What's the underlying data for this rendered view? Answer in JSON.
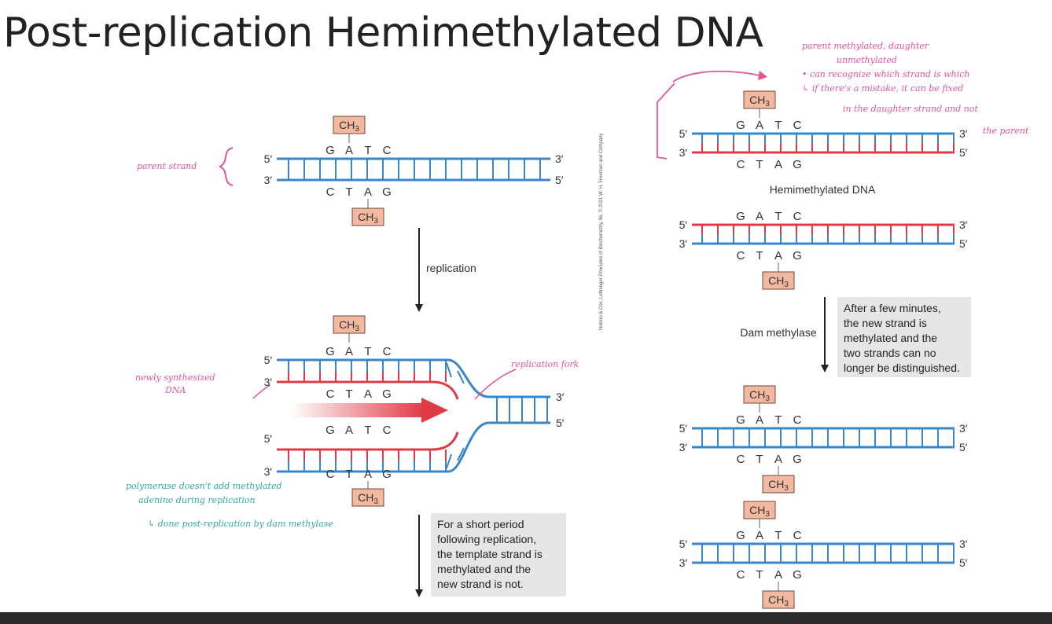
{
  "slide": {
    "title": "Post-replication Hemimethylated DNA",
    "credit": "Nelson & Cox, Lehninger Principles of Biochemistry, 8e, © 2021 W. H. Freeman and Company"
  },
  "labels": {
    "ch3": "CH3",
    "five_prime": "5′",
    "three_prime": "3′",
    "top_bases": [
      "G",
      "A",
      "T",
      "C"
    ],
    "bottom_bases": [
      "C",
      "T",
      "A",
      "G"
    ],
    "replication": "replication",
    "hemimethylated": "Hemimethylated DNA",
    "dam_methylase": "Dam methylase"
  },
  "captions": {
    "left": [
      "For a short period",
      "following replication,",
      "the template strand is",
      "methylated and the",
      "new strand is not."
    ],
    "right": [
      "After a few minutes,",
      "the new strand is",
      "methylated and the",
      "two strands can no",
      "longer be distinguished."
    ]
  },
  "annotations": {
    "parent_strand": "parent strand",
    "newly_synthesized": [
      "newly synthesized",
      "DNA"
    ],
    "replication_fork": "replication fork",
    "polymerase": [
      "polymerase doesn't add methylated",
      "adenine during replication",
      "↳ done post-replication by dam methylase"
    ],
    "top_right": [
      "parent methylated, daughter",
      "unmethylated",
      "• can recognize which strand is which",
      "↳ if there's a mistake, it can be fixed",
      "in the daughter strand and not",
      "the parent"
    ]
  },
  "colors": {
    "blue": "#3a86c8",
    "red": "#e03a45",
    "ch3_fill": "#f2b9a0",
    "caption_bg": "#e6e6e6",
    "pink": "#e0559a",
    "teal": "#3aa6a0",
    "taskbar": "#2c2c2c"
  }
}
